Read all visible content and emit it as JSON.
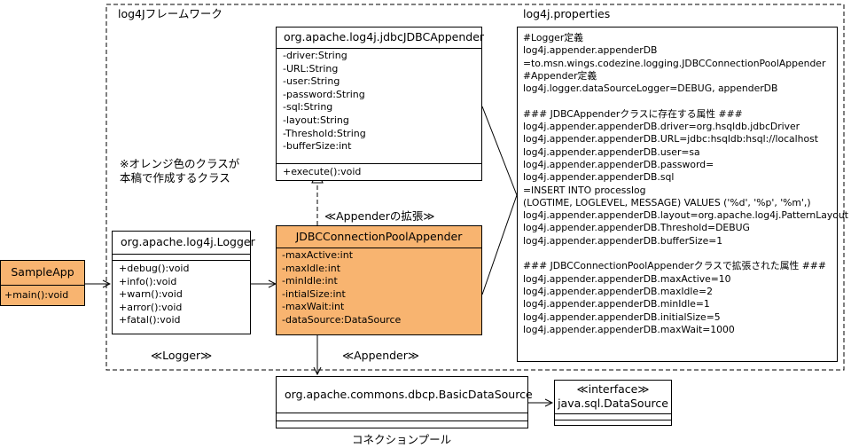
{
  "framework": {
    "label": "log4Jフレームワーク"
  },
  "properties": {
    "label": "log4j.properties",
    "lines": [
      "#Logger定義",
      "log4j.appender.appenderDB",
      "   =to.msn.wings.codezine.logging.JDBCConnectionPoolAppender",
      "#Appender定義",
      "log4j.logger.dataSourceLogger=DEBUG, appenderDB",
      "",
      "### JDBCAppenderクラスに存在する属性 ###",
      "log4j.appender.appenderDB.driver=org.hsqldb.jdbcDriver",
      "log4j.appender.appenderDB.URL=jdbc:hsqldb:hsql://localhost",
      "log4j.appender.appenderDB.user=sa",
      "log4j.appender.appenderDB.password=",
      "log4j.appender.appenderDB.sql",
      "=INSERT INTO processlog",
      " (LOGTIME, LOGLEVEL, MESSAGE) VALUES ('%d', '%p', '%m',)",
      "log4j.appender.appenderDB.layout=org.apache.log4j.PatternLayout",
      "log4j.appender.appenderDB.Threshold=DEBUG",
      "log4j.appender.appenderDB.bufferSize=1",
      "",
      "### JDBCConnectionPoolAppenderクラスで拡張された属性 ###",
      "log4j.appender.appenderDB.maxActive=10",
      "log4j.appender.appenderDB.maxIdle=2",
      "log4j.appender.appenderDB.minIdle=1",
      "log4j.appender.appenderDB.initialSize=5",
      "log4j.appender.appenderDB.maxWait=1000"
    ]
  },
  "jdbc_appender": {
    "name": "org.apache.log4j.jdbcJDBCAppender",
    "attributes": [
      "-driver:String",
      "-URL:String",
      "-user:String",
      "-password:String",
      "-sql:String",
      "-layout:String",
      "-Threshold:String",
      "-bufferSize:int"
    ],
    "methods": [
      "+execute():void"
    ]
  },
  "note": {
    "line1": "※オレンジ色のクラスが",
    "line2": "本稿で作成するクラス"
  },
  "appender_extension_label": "≪Appenderの拡張≫",
  "logger": {
    "name": "org.apache.log4j.Logger",
    "methods": [
      "+debug():void",
      "+info():void",
      "+warn():void",
      "+arror():void",
      "+fatal():void"
    ]
  },
  "logger_stereotype": "≪Logger≫",
  "pool_appender": {
    "name": "JDBCConnectionPoolAppender",
    "attributes": [
      "-maxActive:int",
      "-maxIdle:int",
      "-minIdle:int",
      "-intialSize:int",
      "-maxWait:int",
      "-dataSource:DataSource"
    ]
  },
  "appender_stereotype": "≪Appender≫",
  "sample_app": {
    "name": "SampleApp",
    "methods": [
      "+main():void"
    ]
  },
  "basic_datasource": {
    "name": "org.apache.commons.dbcp.BasicDataSource"
  },
  "datasource_interface": {
    "stereotype": "≪interface≫",
    "name": "java.sql.DataSource"
  },
  "connection_pool_label": "コネクションプール",
  "colors": {
    "orange": "#f8b470",
    "border": "#000000",
    "background": "#ffffff"
  }
}
